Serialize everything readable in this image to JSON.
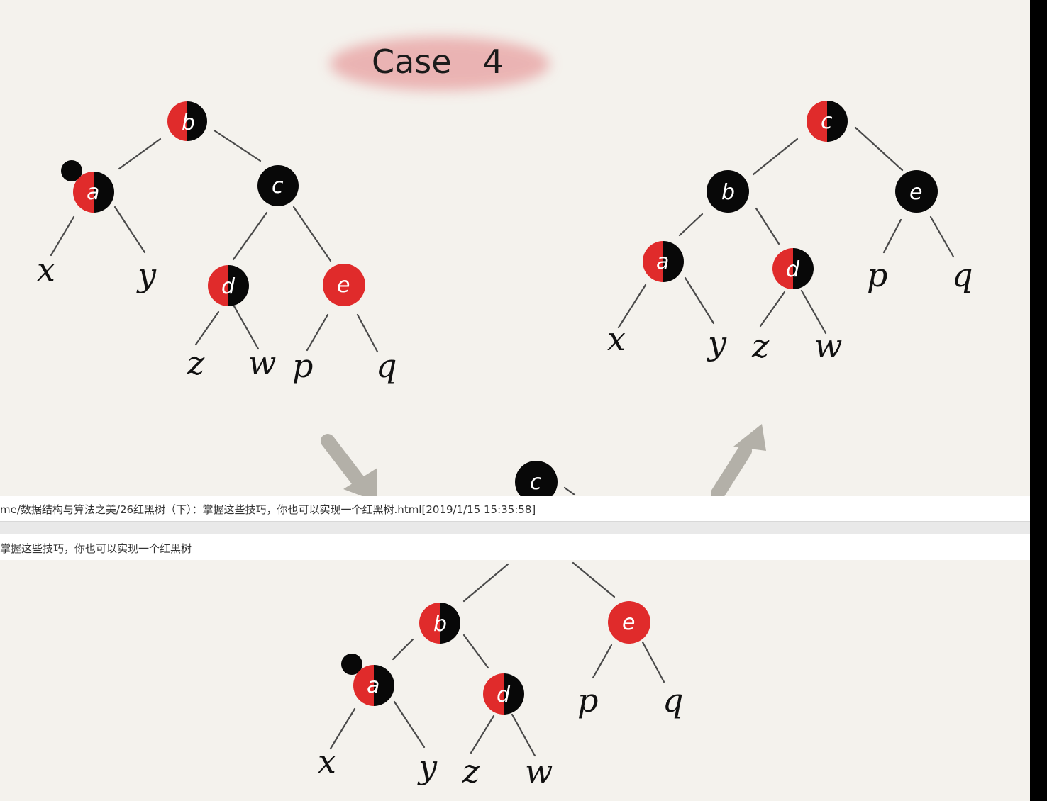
{
  "title": "Case   4",
  "colors": {
    "red": "#e02b2b",
    "black": "#080808",
    "background": "#f4f2ed",
    "arrow": "#b3b0a8",
    "highlight": "#e9a9a9"
  },
  "trees": [
    {
      "name": "tree-before",
      "nodes": [
        {
          "id": "b",
          "label": "b",
          "color": "red-black"
        },
        {
          "id": "a",
          "label": "a",
          "color": "red-black",
          "extra_black": true
        },
        {
          "id": "c",
          "label": "c",
          "color": "black"
        },
        {
          "id": "d",
          "label": "d",
          "color": "red-black"
        },
        {
          "id": "e",
          "label": "e",
          "color": "red"
        }
      ],
      "leaves": [
        "x",
        "y",
        "z",
        "w",
        "p",
        "q"
      ]
    },
    {
      "name": "tree-after",
      "nodes": [
        {
          "id": "c",
          "label": "c",
          "color": "red-black"
        },
        {
          "id": "b",
          "label": "b",
          "color": "black"
        },
        {
          "id": "e",
          "label": "e",
          "color": "black"
        },
        {
          "id": "a",
          "label": "a",
          "color": "red-black"
        },
        {
          "id": "d",
          "label": "d",
          "color": "red-black"
        }
      ],
      "leaves": [
        "x",
        "y",
        "z",
        "w",
        "p",
        "q"
      ]
    },
    {
      "name": "tree-middle",
      "nodes": [
        {
          "id": "c",
          "label": "c",
          "color": "black"
        },
        {
          "id": "b",
          "label": "b",
          "color": "red-black"
        },
        {
          "id": "e",
          "label": "e",
          "color": "red"
        },
        {
          "id": "a",
          "label": "a",
          "color": "red-black",
          "extra_black": true
        },
        {
          "id": "d",
          "label": "d",
          "color": "red-black"
        }
      ],
      "leaves": [
        "x",
        "y",
        "z",
        "w",
        "p",
        "q"
      ]
    }
  ],
  "overlay": {
    "path_text": "me/数据结构与算法之美/26红黑树（下）：掌握这些技巧，你也可以实现一个红黑树.html[2019/1/15 15:35:58]",
    "title_text": "掌握这些技巧，你也可以实现一个红黑树"
  }
}
